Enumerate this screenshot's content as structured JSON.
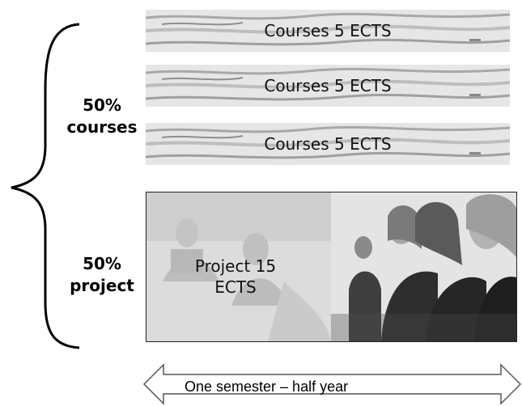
{
  "side_labels": {
    "courses": {
      "line1": "50%",
      "line2": "courses"
    },
    "project": {
      "line1": "50%",
      "line2": "project"
    }
  },
  "course_bars": [
    {
      "label": "Courses 5 ECTS"
    },
    {
      "label": "Courses 5 ECTS"
    },
    {
      "label": "Courses 5 ECTS"
    }
  ],
  "project_box": {
    "line1": "Project 15",
    "line2": "ECTS"
  },
  "timeline": {
    "label": "One semester – half year"
  },
  "colors": {
    "bar_bg": "#e4e4e4",
    "bar_stroke": "#9a9a9a",
    "photo_light": "#d9d9d9",
    "photo_dark": "#3d3d3d"
  }
}
